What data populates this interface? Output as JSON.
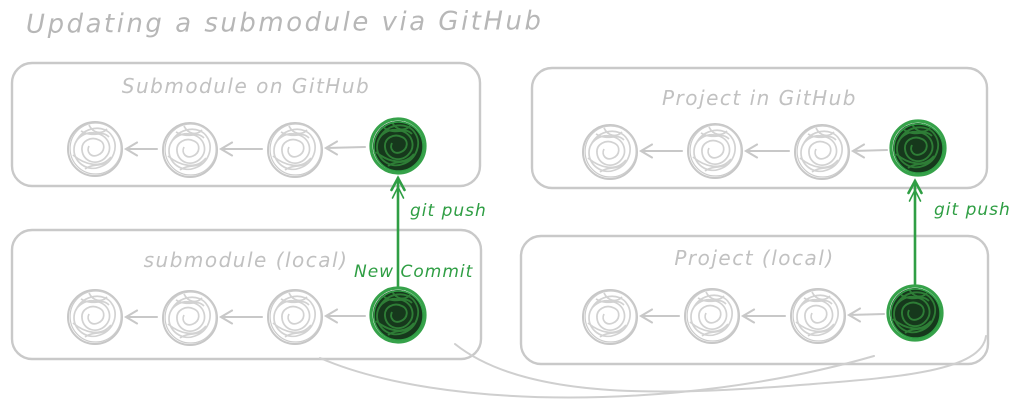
{
  "title": "Updating a submodule via GitHub",
  "boxes": {
    "submodule_github": {
      "label": "Submodule on GitHub"
    },
    "project_github": {
      "label": "Project in GitHub"
    },
    "submodule_local": {
      "label": "submodule (local)"
    },
    "project_local": {
      "label": "Project (local)"
    }
  },
  "labels": {
    "git_push_submodule": "git push",
    "git_push_project": "git push",
    "new_commit": "New Commit"
  },
  "diagram": {
    "style": "hand-drawn sketch",
    "commit_nodes_per_repo": 4,
    "node_sequence": [
      "commit",
      "commit",
      "commit",
      "new-commit-highlighted"
    ],
    "parent_arrow_direction": "left",
    "push_arrow_direction": "up",
    "colors": {
      "accent_green": "#2f9e44",
      "green_node_fill": "#16381c",
      "sketch_gray": "#c9c9c9",
      "text_gray": "#bfbfbf"
    }
  }
}
